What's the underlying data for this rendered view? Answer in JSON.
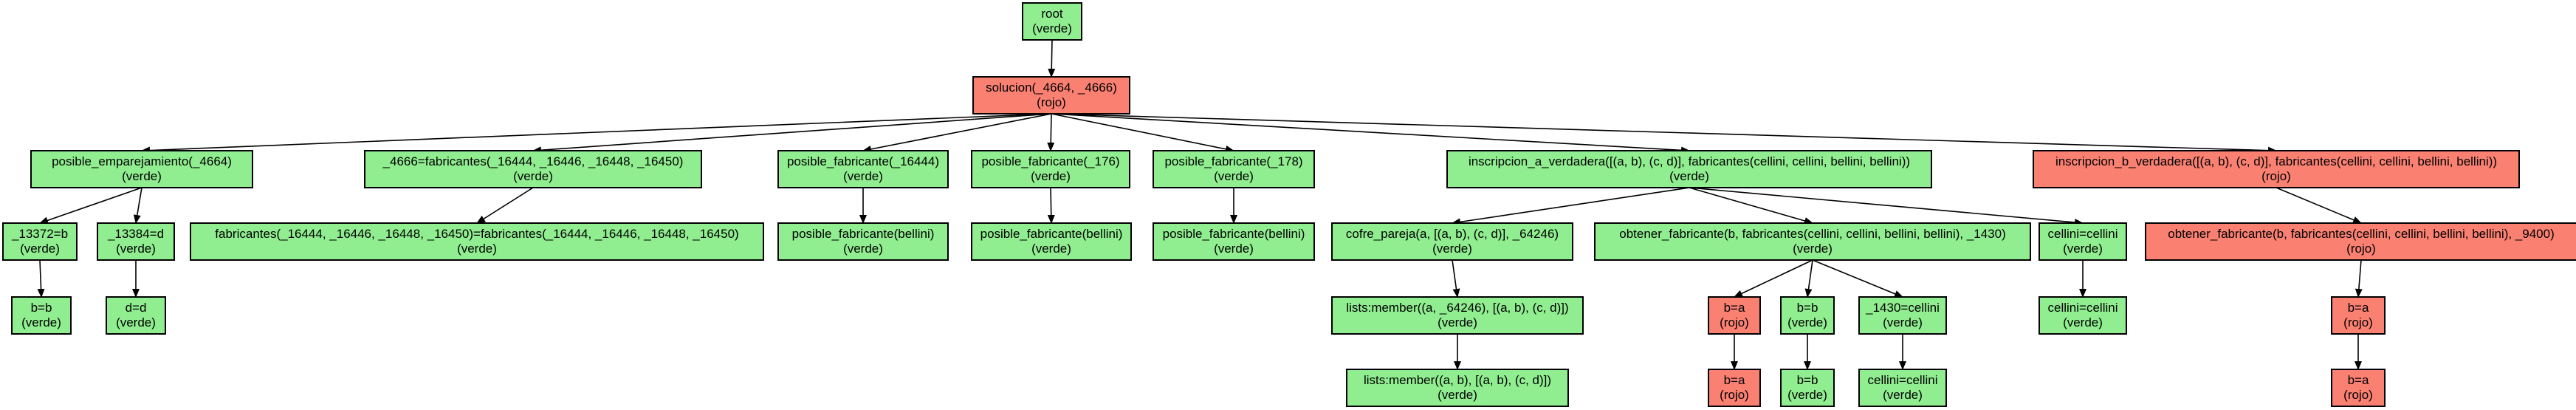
{
  "colors": {
    "verde": "#90ee90",
    "rojo": "#fa8072",
    "edge": "#000000"
  },
  "nodes": [
    {
      "id": "root",
      "lines": [
        "root",
        "(verde)"
      ],
      "color": "verde"
    },
    {
      "id": "sol",
      "lines": [
        "solucion(_4664, _4666)",
        "(rojo)"
      ],
      "color": "rojo"
    },
    {
      "id": "pe",
      "lines": [
        "posible_emparejamiento(_4664)",
        "(verde)"
      ],
      "color": "verde"
    },
    {
      "id": "fab",
      "lines": [
        "_4666=fabricantes(_16444, _16446, _16448, _16450)",
        "(verde)"
      ],
      "color": "verde"
    },
    {
      "id": "pf1",
      "lines": [
        "posible_fabricante(_16444)",
        "(verde)"
      ],
      "color": "verde"
    },
    {
      "id": "pf2",
      "lines": [
        "posible_fabricante(_176)",
        "(verde)"
      ],
      "color": "verde"
    },
    {
      "id": "pf3",
      "lines": [
        "posible_fabricante(_178)",
        "(verde)"
      ],
      "color": "verde"
    },
    {
      "id": "iav",
      "lines": [
        "inscripcion_a_verdadera([(a, b), (c, d)], fabricantes(cellini, cellini, bellini, bellini))",
        "(verde)"
      ],
      "color": "verde"
    },
    {
      "id": "ibv",
      "lines": [
        "inscripcion_b_verdadera([(a, b), (c, d)], fabricantes(cellini, cellini, bellini, bellini))",
        "(rojo)"
      ],
      "color": "rojo"
    },
    {
      "id": "b13372",
      "lines": [
        "_13372=b",
        "(verde)"
      ],
      "color": "verde"
    },
    {
      "id": "d13384",
      "lines": [
        "_13384=d",
        "(verde)"
      ],
      "color": "verde"
    },
    {
      "id": "fabeq",
      "lines": [
        "fabricantes(_16444, _16446, _16448, _16450)=fabricantes(_16444, _16446, _16448, _16450)",
        "(verde)"
      ],
      "color": "verde"
    },
    {
      "id": "pfb1",
      "lines": [
        "posible_fabricante(bellini)",
        "(verde)"
      ],
      "color": "verde"
    },
    {
      "id": "pfb2",
      "lines": [
        "posible_fabricante(bellini)",
        "(verde)"
      ],
      "color": "verde"
    },
    {
      "id": "pfb3",
      "lines": [
        "posible_fabricante(bellini)",
        "(verde)"
      ],
      "color": "verde"
    },
    {
      "id": "cofre",
      "lines": [
        "cofre_pareja(a, [(a, b), (c, d)], _64246)",
        "(verde)"
      ],
      "color": "verde"
    },
    {
      "id": "obt",
      "lines": [
        "obtener_fabricante(b, fabricantes(cellini, cellini, bellini, bellini), _1430)",
        "(verde)"
      ],
      "color": "verde"
    },
    {
      "id": "cc1",
      "lines": [
        "cellini=cellini",
        "(verde)"
      ],
      "color": "verde"
    },
    {
      "id": "obt2",
      "lines": [
        "obtener_fabricante(b, fabricantes(cellini, cellini, bellini, bellini), _9400)",
        "(rojo)"
      ],
      "color": "rojo"
    },
    {
      "id": "bb1",
      "lines": [
        "b=b",
        "(verde)"
      ],
      "color": "verde"
    },
    {
      "id": "dd1",
      "lines": [
        "d=d",
        "(verde)"
      ],
      "color": "verde"
    },
    {
      "id": "mem1",
      "lines": [
        "lists:member((a, _64246), [(a, b), (c, d)])",
        "(verde)"
      ],
      "color": "verde"
    },
    {
      "id": "ba1",
      "lines": [
        "b=a",
        "(rojo)"
      ],
      "color": "rojo"
    },
    {
      "id": "bb2",
      "lines": [
        "b=b",
        "(verde)"
      ],
      "color": "verde"
    },
    {
      "id": "c1430",
      "lines": [
        "_1430=cellini",
        "(verde)"
      ],
      "color": "verde"
    },
    {
      "id": "cc2",
      "lines": [
        "cellini=cellini",
        "(verde)"
      ],
      "color": "verde"
    },
    {
      "id": "ba2",
      "lines": [
        "b=a",
        "(rojo)"
      ],
      "color": "rojo"
    },
    {
      "id": "mem2",
      "lines": [
        "lists:member((a, b), [(a, b), (c, d)])",
        "(verde)"
      ],
      "color": "verde"
    },
    {
      "id": "ba3",
      "lines": [
        "b=a",
        "(rojo)"
      ],
      "color": "rojo"
    },
    {
      "id": "bb3",
      "lines": [
        "b=b",
        "(verde)"
      ],
      "color": "verde"
    },
    {
      "id": "cc3",
      "lines": [
        "cellini=cellini",
        "(verde)"
      ],
      "color": "verde"
    },
    {
      "id": "ba4",
      "lines": [
        "b=a",
        "(rojo)"
      ],
      "color": "rojo"
    }
  ],
  "edges": [
    [
      "root",
      "sol"
    ],
    [
      "sol",
      "pe"
    ],
    [
      "sol",
      "fab"
    ],
    [
      "sol",
      "pf1"
    ],
    [
      "sol",
      "pf2"
    ],
    [
      "sol",
      "pf3"
    ],
    [
      "sol",
      "iav"
    ],
    [
      "sol",
      "ibv"
    ],
    [
      "pe",
      "b13372"
    ],
    [
      "pe",
      "d13384"
    ],
    [
      "fab",
      "fabeq"
    ],
    [
      "pf1",
      "pfb1"
    ],
    [
      "pf2",
      "pfb2"
    ],
    [
      "pf3",
      "pfb3"
    ],
    [
      "iav",
      "cofre"
    ],
    [
      "iav",
      "obt"
    ],
    [
      "iav",
      "cc1"
    ],
    [
      "ibv",
      "obt2"
    ],
    [
      "b13372",
      "bb1"
    ],
    [
      "d13384",
      "dd1"
    ],
    [
      "cofre",
      "mem1"
    ],
    [
      "obt",
      "ba1"
    ],
    [
      "obt",
      "bb2"
    ],
    [
      "obt",
      "c1430"
    ],
    [
      "cc1",
      "cc2"
    ],
    [
      "obt2",
      "ba2"
    ],
    [
      "mem1",
      "mem2"
    ],
    [
      "ba1",
      "ba3"
    ],
    [
      "bb2",
      "bb3"
    ],
    [
      "c1430",
      "cc3"
    ],
    [
      "ba2",
      "ba4"
    ]
  ]
}
